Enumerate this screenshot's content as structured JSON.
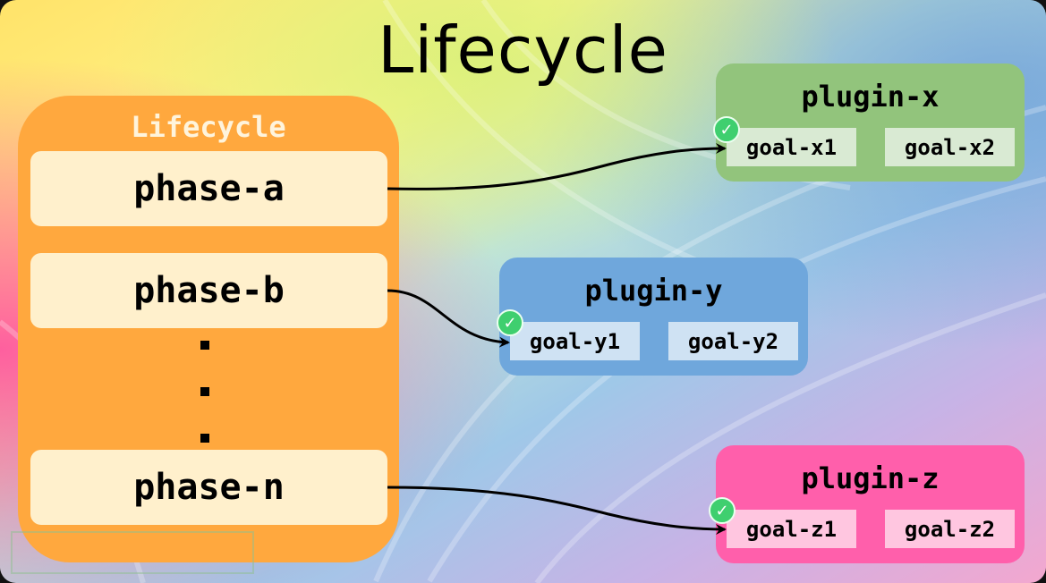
{
  "title": "Lifecycle",
  "lifecycle": {
    "title": "Lifecycle",
    "phases": [
      "phase-a",
      "phase-b",
      "phase-n"
    ],
    "ellipsis": "..."
  },
  "plugins": [
    {
      "name": "plugin-x",
      "goals": [
        "goal-x1",
        "goal-x2"
      ],
      "color": "#92c47c",
      "goal_color": "#d9ead3"
    },
    {
      "name": "plugin-y",
      "goals": [
        "goal-y1",
        "goal-y2"
      ],
      "color": "#6fa7dc",
      "goal_color": "#cfe2f3"
    },
    {
      "name": "plugin-z",
      "goals": [
        "goal-z1",
        "goal-z2"
      ],
      "color": "#ff5fab",
      "goal_color": "#ffc6e0"
    }
  ],
  "bindings": [
    {
      "from": "phase-a",
      "to": "goal-x1"
    },
    {
      "from": "phase-b",
      "to": "goal-y1"
    },
    {
      "from": "phase-n",
      "to": "goal-z1"
    }
  ],
  "colors": {
    "lifecycle_box": "#ffa83e",
    "phase_box": "#fff0cc",
    "check_icon": "#3fcf6f",
    "arrow": "#000000"
  }
}
